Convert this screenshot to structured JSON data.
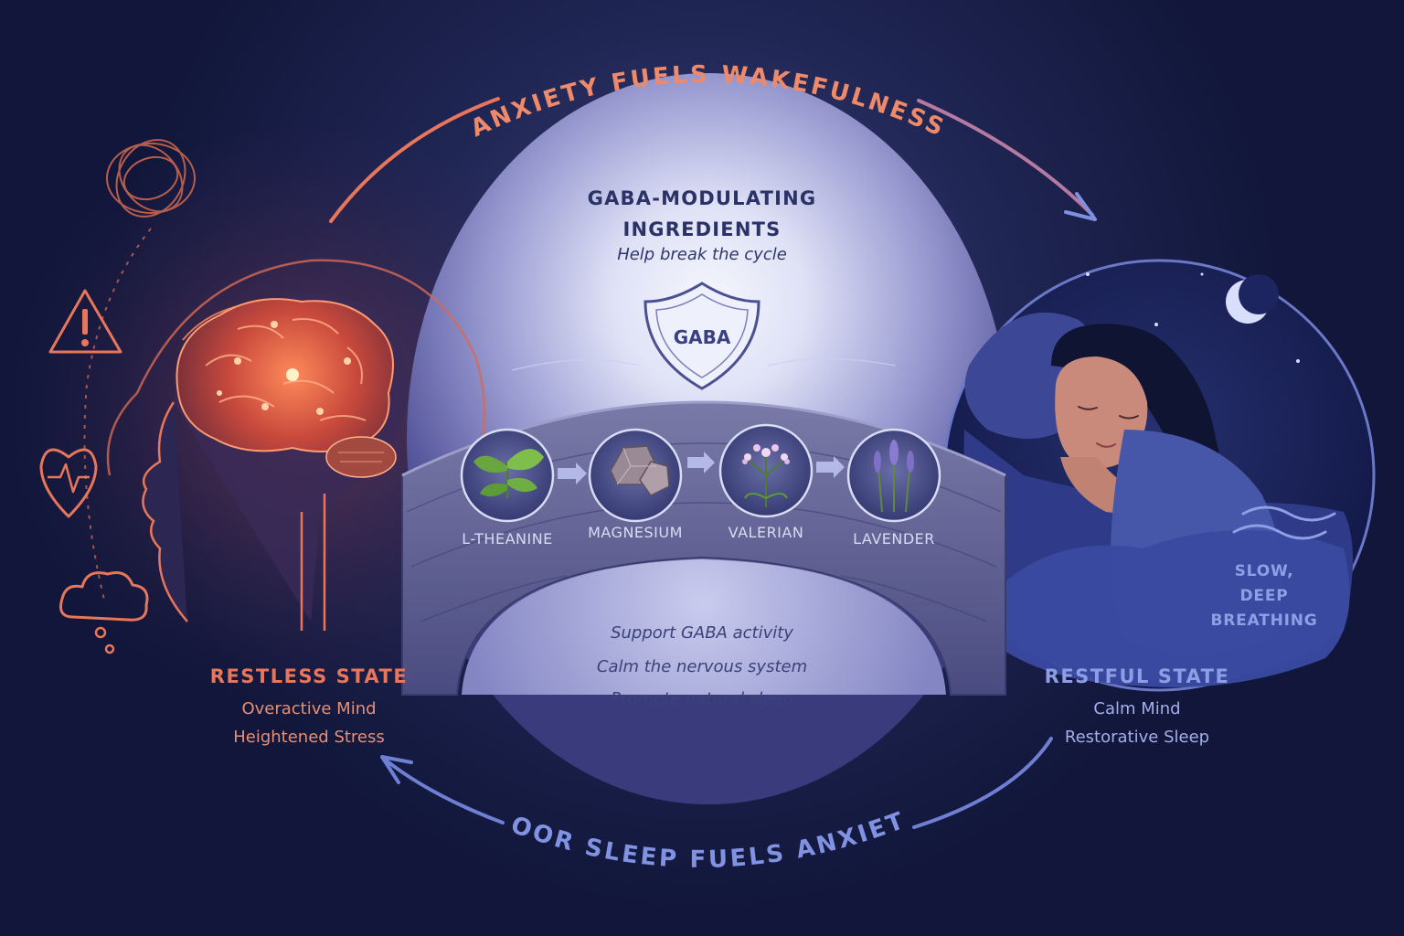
{
  "cycle": {
    "top_arc_label": "ANXIETY FUELS WAKEFULNESS",
    "bottom_arc_label": "POOR SLEEP FUELS ANXIETY"
  },
  "center": {
    "title_line1": "GABA-MODULATING",
    "title_line2": "INGREDIENTS",
    "subtitle": "Help break the cycle",
    "shield_label": "GABA",
    "benefits": [
      "Support GABA activity",
      "Calm the nervous system",
      "Promote natural sleep"
    ]
  },
  "ingredients": [
    {
      "label": "L-THEANINE",
      "icon": "tea-leaf-icon"
    },
    {
      "label": "MAGNESIUM",
      "icon": "mineral-rock-icon"
    },
    {
      "label": "VALERIAN",
      "icon": "valerian-flower-icon"
    },
    {
      "label": "LAVENDER",
      "icon": "lavender-icon"
    }
  ],
  "restless": {
    "title": "RESTLESS STATE",
    "line1": "Overactive Mind",
    "line2": "Heightened Stress",
    "icons": [
      "tangled-thoughts-icon",
      "warning-icon",
      "heartbeat-icon",
      "thought-cloud-icon"
    ]
  },
  "restful": {
    "title": "RESTFUL STATE",
    "line1": "Calm Mind",
    "line2": "Restorative Sleep",
    "breathing_line1": "SLOW,",
    "breathing_line2": "DEEP",
    "breathing_line3": "BREATHING",
    "icons": [
      "moon-icon",
      "breath-waves-icon"
    ]
  },
  "colors": {
    "background": "#141a3e",
    "restless_accent": "#e8765a",
    "restful_accent": "#7f90e0",
    "center_glow": "#eef0fb"
  }
}
